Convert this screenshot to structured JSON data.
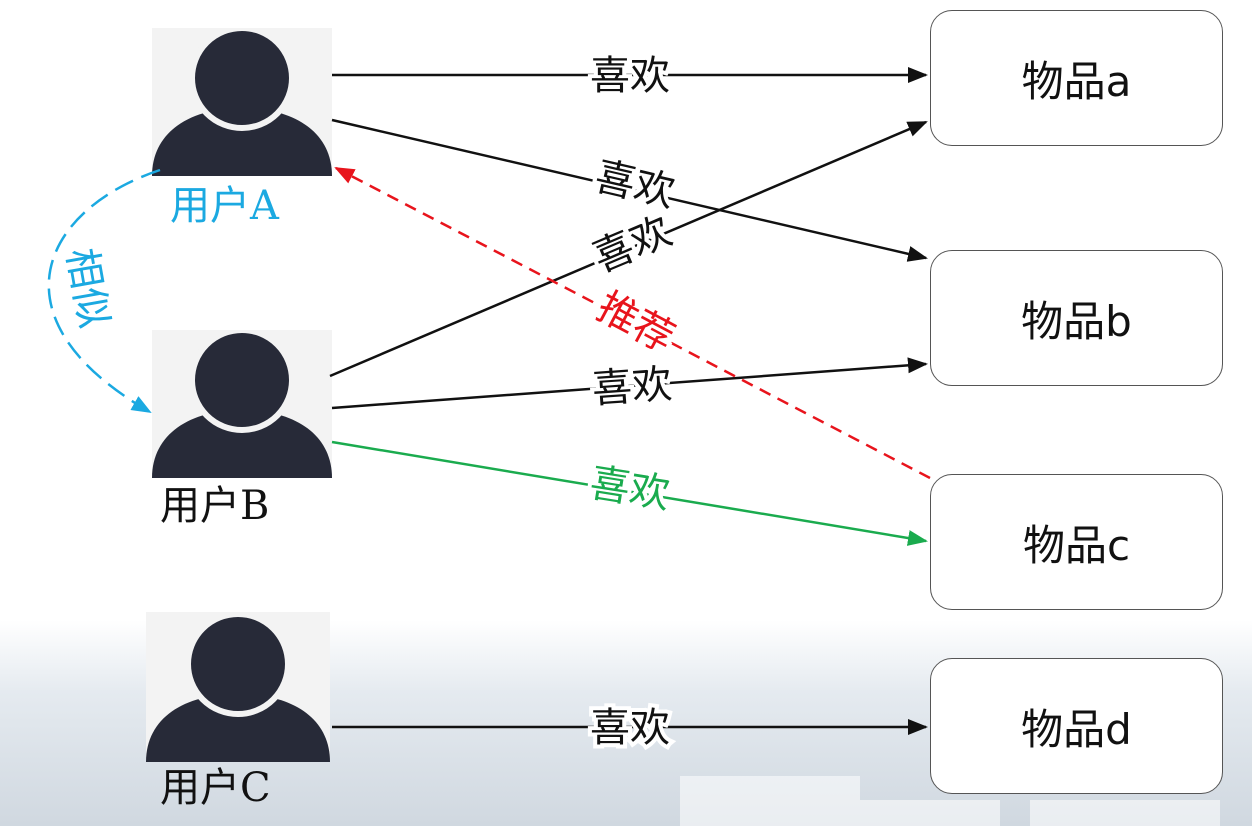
{
  "users": [
    {
      "id": "a",
      "label": "用户A"
    },
    {
      "id": "b",
      "label": "用户B"
    },
    {
      "id": "c",
      "label": "用户C"
    }
  ],
  "items": [
    {
      "id": "a",
      "label": "物品a"
    },
    {
      "id": "b",
      "label": "物品b"
    },
    {
      "id": "c",
      "label": "物品c"
    },
    {
      "id": "d",
      "label": "物品d"
    }
  ],
  "edges": [
    {
      "from": "用户A",
      "to": "物品a",
      "label": "喜欢",
      "color": "#111111",
      "style": "solid"
    },
    {
      "from": "用户A",
      "to": "物品b",
      "label": "喜欢",
      "color": "#111111",
      "style": "solid"
    },
    {
      "from": "用户B",
      "to": "物品a",
      "label": "喜欢",
      "color": "#111111",
      "style": "solid"
    },
    {
      "from": "用户B",
      "to": "物品b",
      "label": "喜欢",
      "color": "#111111",
      "style": "solid"
    },
    {
      "from": "用户B",
      "to": "物品c",
      "label": "喜欢",
      "color": "#1aab4e",
      "style": "solid"
    },
    {
      "from": "用户C",
      "to": "物品d",
      "label": "喜欢",
      "color": "#111111",
      "style": "solid"
    },
    {
      "from": "物品c",
      "to": "用户A",
      "label": "推荐",
      "color": "#e8141c",
      "style": "dashed"
    },
    {
      "from": "用户A",
      "to": "用户B",
      "label": "相似",
      "color": "#1ba9e1",
      "style": "dashed"
    }
  ],
  "colors": {
    "user_icon": "#272a38",
    "user_a_label": "#1ba9e1",
    "user_label": "#111111",
    "similar": "#1ba9e1",
    "recommend": "#e8141c",
    "like": "#111111",
    "like_green": "#1aab4e"
  },
  "icons": [
    "person-icon"
  ]
}
